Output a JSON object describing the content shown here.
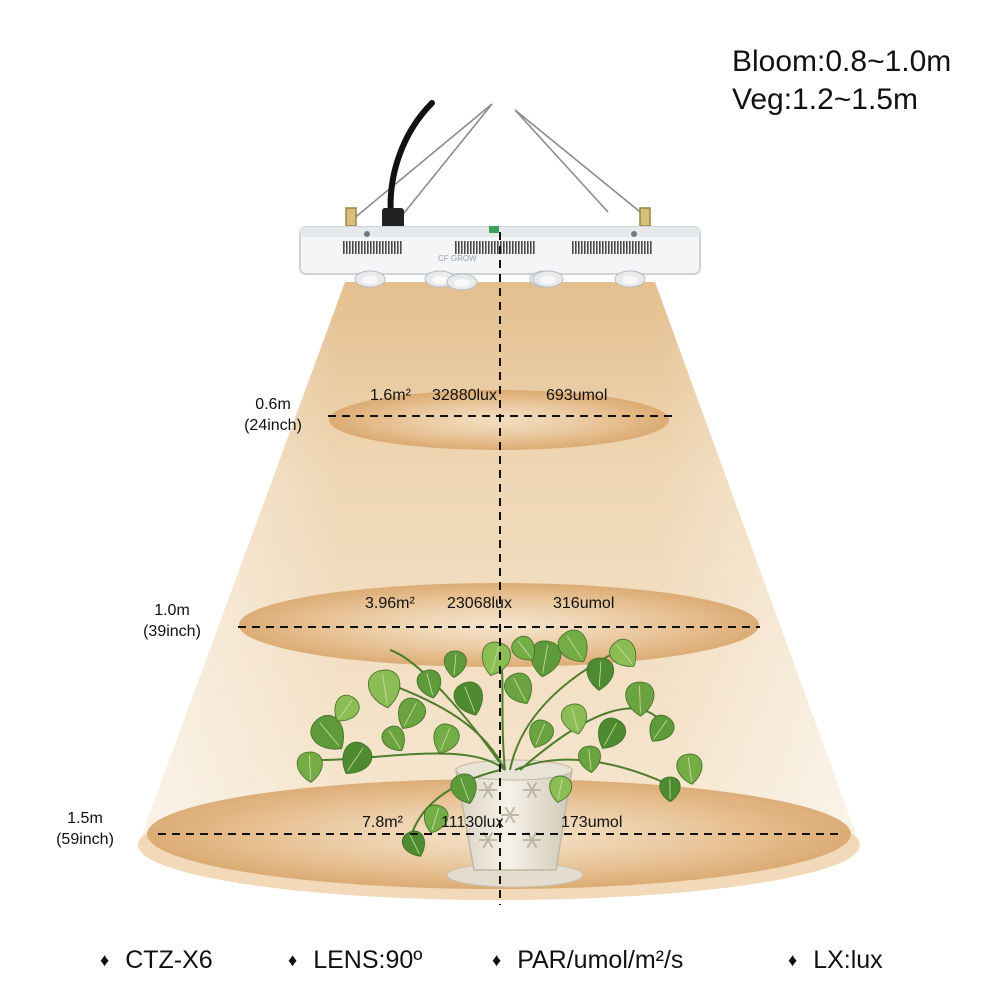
{
  "hang_height": {
    "bloom": "Bloom:0.8~1.0m",
    "veg": "Veg:1.2~1.5m"
  },
  "lamp": {
    "brand": "CF GROW",
    "cob_count": 6
  },
  "levels": [
    {
      "height": "0.6m",
      "inch": "(24inch)",
      "area": "1.6m²",
      "lux": "32880lux",
      "par": "693umol"
    },
    {
      "height": "1.0m",
      "inch": "(39inch)",
      "area": "3.96m²",
      "lux": "23068lux",
      "par": "316umol"
    },
    {
      "height": "1.5m",
      "inch": "(59inch)",
      "area": "7.8m²",
      "lux": "11130lux",
      "par": "173umol"
    }
  ],
  "specs": [
    {
      "bullet": "♦",
      "text": "CTZ-X6"
    },
    {
      "bullet": "♦",
      "text": "LENS:90º"
    },
    {
      "bullet": "♦",
      "text": "PAR/umol/m²/s"
    },
    {
      "bullet": "♦",
      "text": "LX:lux"
    }
  ],
  "colors": {
    "light_cone": "#e9c79a",
    "light_disc": "#e0b27a",
    "lamp_body": "#f4f5f6",
    "cable": "#111111",
    "leaf": "#5e9a3a",
    "pot": "#ece6d8"
  },
  "icons": {
    "bullet": "diamond-bullet-icon",
    "plant": "potted-ivy-plant",
    "lamp": "cob-led-grow-light"
  }
}
